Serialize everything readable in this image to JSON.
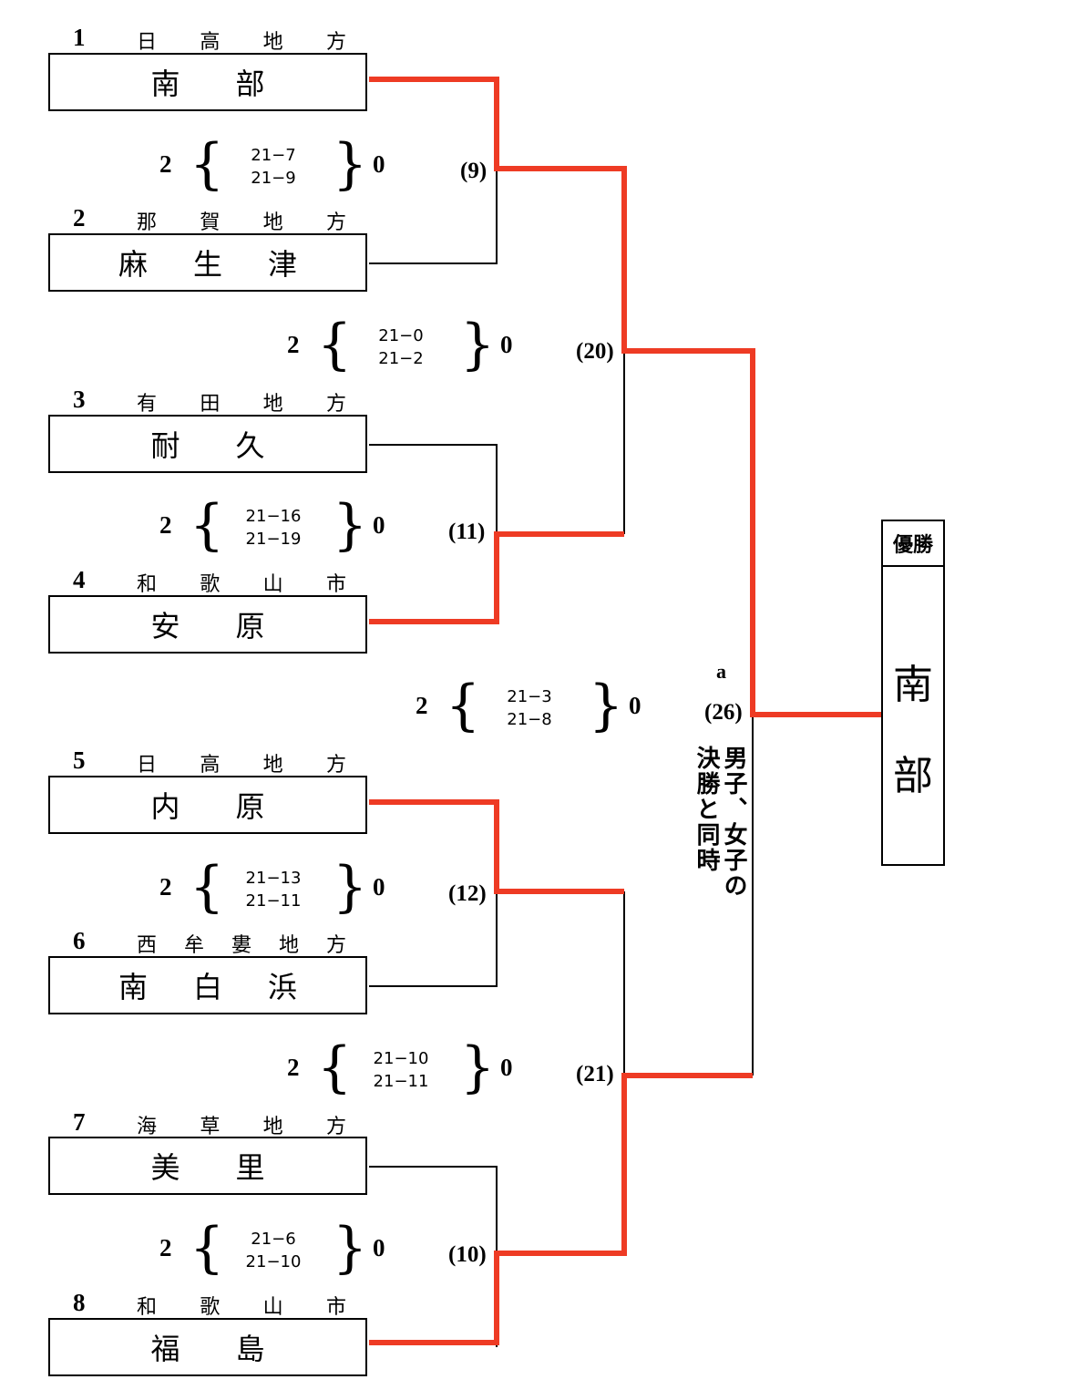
{
  "teams": [
    {
      "seed": "1",
      "region": [
        "日",
        "高",
        "地",
        "方"
      ],
      "name": [
        "南",
        "部"
      ]
    },
    {
      "seed": "2",
      "region": [
        "那",
        "賀",
        "地",
        "方"
      ],
      "name": [
        "麻",
        "生",
        "津"
      ]
    },
    {
      "seed": "3",
      "region": [
        "有",
        "田",
        "地",
        "方"
      ],
      "name": [
        "耐",
        "久"
      ]
    },
    {
      "seed": "4",
      "region": [
        "和",
        "歌",
        "山",
        "市"
      ],
      "name": [
        "安",
        "原"
      ]
    },
    {
      "seed": "5",
      "region": [
        "日",
        "高",
        "地",
        "方"
      ],
      "name": [
        "内",
        "原"
      ]
    },
    {
      "seed": "6",
      "region": [
        "西",
        "牟",
        "婁",
        "地",
        "方"
      ],
      "name": [
        "南",
        "白",
        "浜"
      ]
    },
    {
      "seed": "7",
      "region": [
        "海",
        "草",
        "地",
        "方"
      ],
      "name": [
        "美",
        "里"
      ]
    },
    {
      "seed": "8",
      "region": [
        "和",
        "歌",
        "山",
        "市"
      ],
      "name": [
        "福",
        "島"
      ]
    }
  ],
  "scores": [
    {
      "w": "2",
      "l": "0",
      "g1": "21−7",
      "g2": "21−9"
    },
    {
      "w": "2",
      "l": "0",
      "g1": "21−0",
      "g2": "21−2"
    },
    {
      "w": "2",
      "l": "0",
      "g1": "21−16",
      "g2": "21−19"
    },
    {
      "w": "2",
      "l": "0",
      "g1": "21−3",
      "g2": "21−8"
    },
    {
      "w": "2",
      "l": "0",
      "g1": "21−13",
      "g2": "21−11"
    },
    {
      "w": "2",
      "l": "0",
      "g1": "21−10",
      "g2": "21−11"
    },
    {
      "w": "2",
      "l": "0",
      "g1": "21−6",
      "g2": "21−10"
    }
  ],
  "match_numbers": [
    "(9)",
    "(20)",
    "(11)",
    "(26)",
    "(12)",
    "(21)",
    "(10)"
  ],
  "final_note_letter": "a",
  "final_note": "男子、女子の決勝と同時",
  "champion": {
    "label": "優勝",
    "name": [
      "南",
      "部"
    ]
  },
  "colors": {
    "winner_line": "#ee3b24",
    "line": "#000000"
  }
}
